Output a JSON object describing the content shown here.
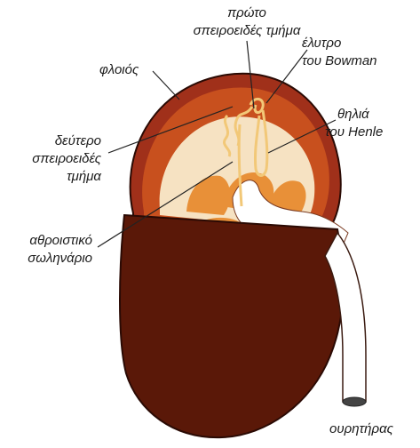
{
  "labels": {
    "proto_1": "πρώτο",
    "proto_2": "σπειροειδές τμήμα",
    "elytro_1": "έλυτρο",
    "elytro_2": "του Bowman",
    "floios": "φλοιός",
    "thilia_1": "θηλιά",
    "thilia_2": "του Henle",
    "deutero_1": "δεύτερο",
    "deutero_2": "σπειροειδές",
    "deutero_3": "τμήμα",
    "athroistiko_1": "αθροιστικό",
    "athroistiko_2": "σωληνάριο",
    "ourithiras": "ουρητήρας"
  },
  "colors": {
    "medulla_dark": "#5a1808",
    "cortex_outer": "#a0301a",
    "cortex_inner": "#c8501e",
    "pyramid_light": "#f6e2c2",
    "pyramid_orange": "#e89038",
    "calyx_white": "#ffffff",
    "outline": "#2a0a04",
    "leader_line": "#222222"
  }
}
